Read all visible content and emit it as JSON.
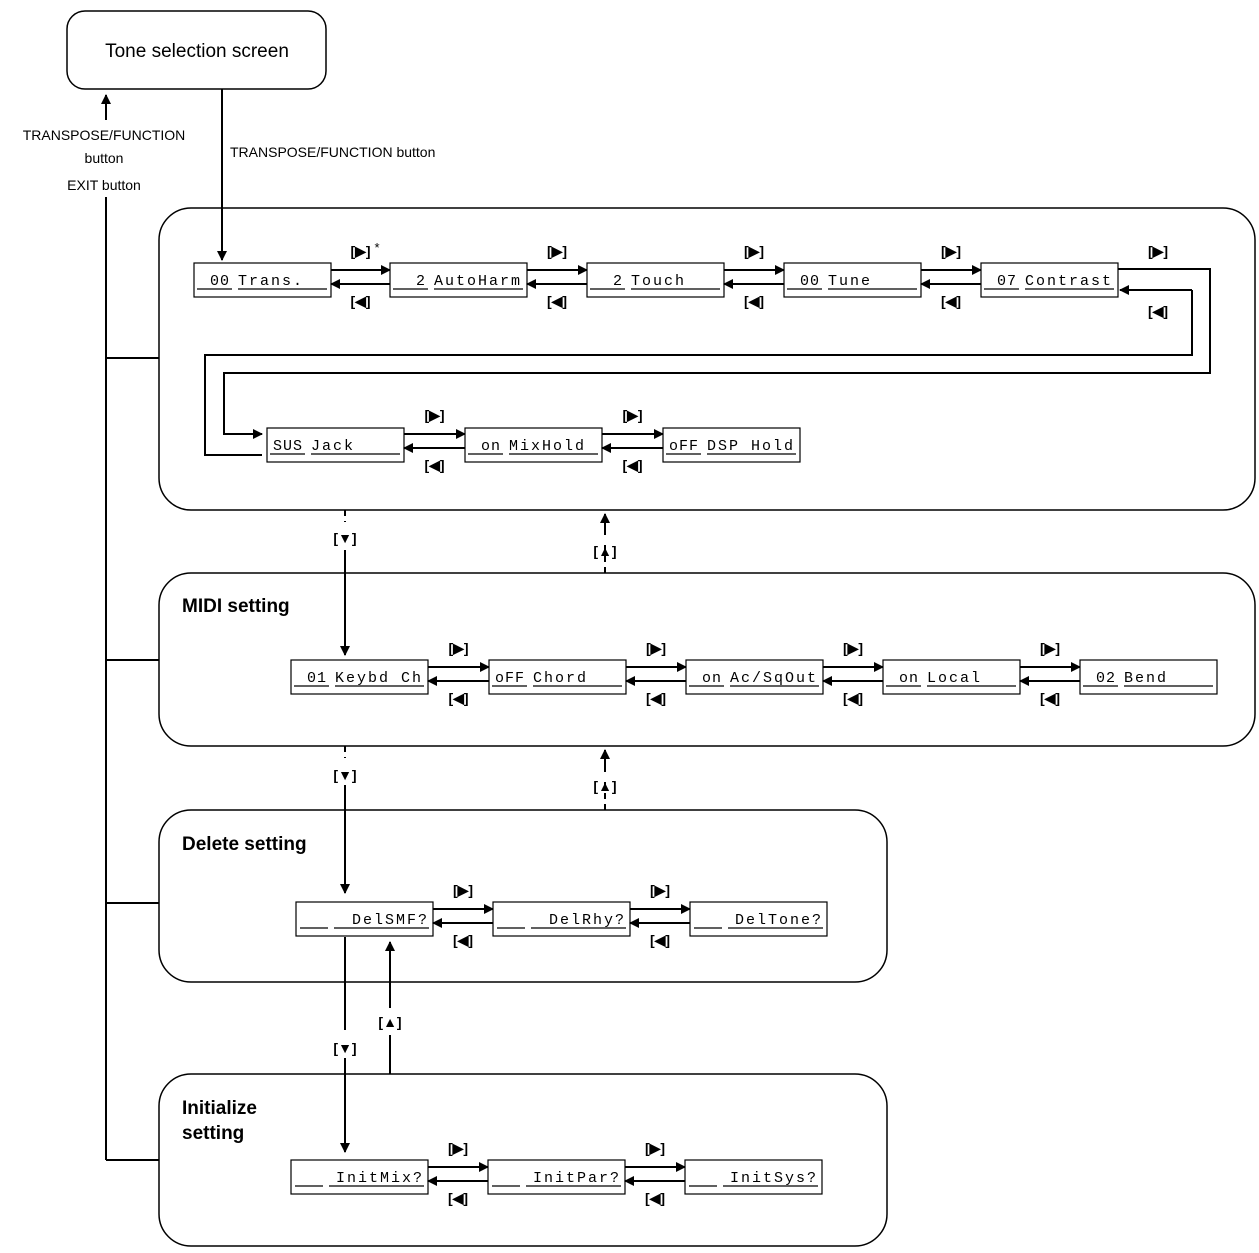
{
  "tone_screen": "Tone selection screen",
  "left_label": [
    "TRANSPOSE/FUNCTION",
    "button",
    "EXIT button"
  ],
  "entry_label": "TRANSPOSE/FUNCTION button",
  "keys": {
    "right": "[▶]",
    "left": "[◀]",
    "down": "[▼]",
    "up": "[▲]",
    "asterisk": "*"
  },
  "function_group": {
    "row1": [
      {
        "value": "00",
        "name": "Trans."
      },
      {
        "value": "2",
        "name": "AutoHarm"
      },
      {
        "value": "2",
        "name": "Touch"
      },
      {
        "value": "00",
        "name": "Tune"
      },
      {
        "value": "07",
        "name": "Contrast"
      }
    ],
    "row2": [
      {
        "value": "SUS",
        "name": "Jack"
      },
      {
        "value": "on",
        "name": "MixHold"
      },
      {
        "value": "oFF",
        "name": "DSP Hold"
      }
    ]
  },
  "midi_group": {
    "title": "MIDI setting",
    "items": [
      {
        "value": "01",
        "name": "Keybd Ch"
      },
      {
        "value": "oFF",
        "name": "Chord"
      },
      {
        "value": "on",
        "name": "Ac/SqOut"
      },
      {
        "value": "on",
        "name": "Local"
      },
      {
        "value": "02",
        "name": "Bend"
      }
    ]
  },
  "delete_group": {
    "title": "Delete setting",
    "items": [
      {
        "value": "",
        "name": "DelSMF?"
      },
      {
        "value": "",
        "name": "DelRhy?"
      },
      {
        "value": "",
        "name": "DelTone?"
      }
    ]
  },
  "init_group": {
    "title": [
      "Initialize",
      "setting"
    ],
    "items": [
      {
        "value": "",
        "name": "InitMix?"
      },
      {
        "value": "",
        "name": "InitPar?"
      },
      {
        "value": "",
        "name": "InitSys?"
      }
    ]
  }
}
